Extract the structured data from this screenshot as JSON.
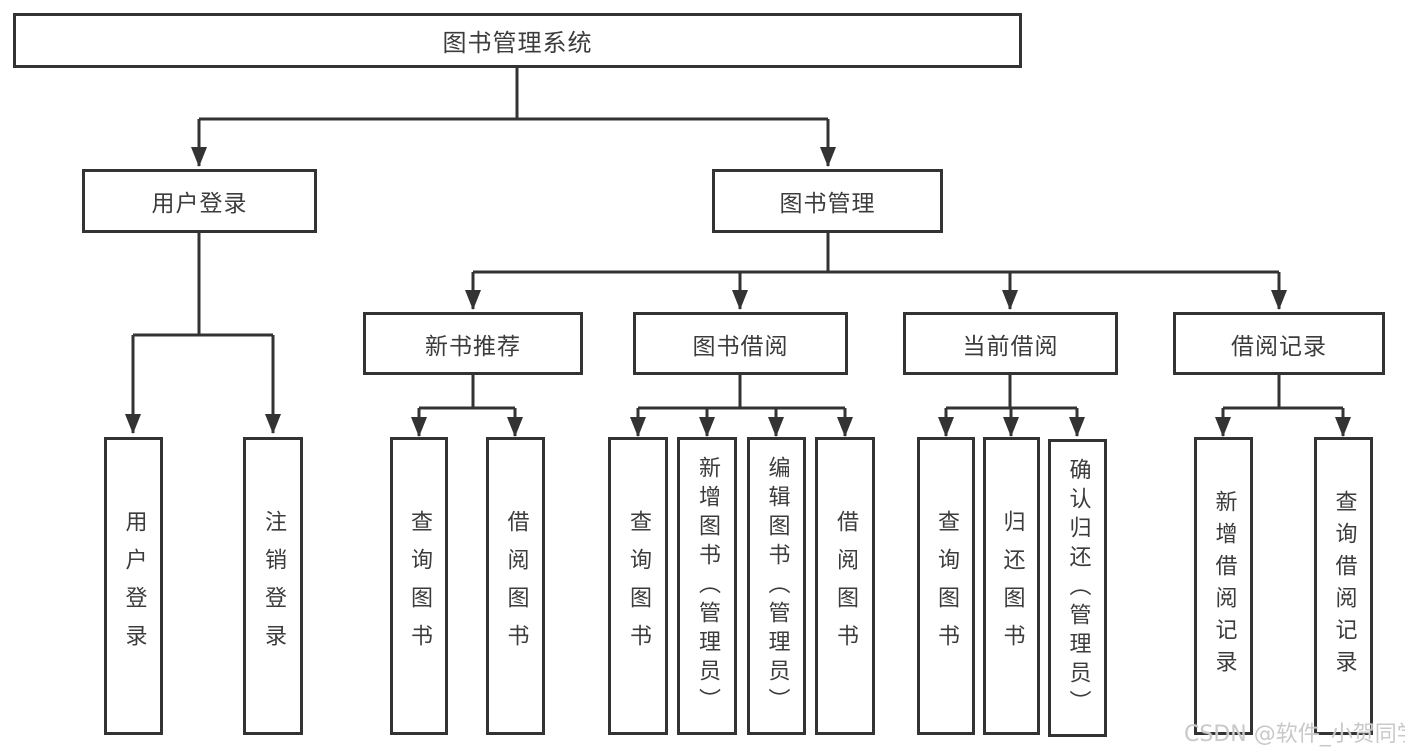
{
  "diagram": {
    "title": "图书管理系统",
    "branches": [
      {
        "label": "用户登录",
        "children": [
          {
            "label": "用户登录"
          },
          {
            "label": "注销登录"
          }
        ]
      },
      {
        "label": "图书管理",
        "children": [
          {
            "label": "新书推荐",
            "children": [
              {
                "label": "查询图书"
              },
              {
                "label": "借阅图书"
              }
            ]
          },
          {
            "label": "图书借阅",
            "children": [
              {
                "label": "查询图书"
              },
              {
                "label": "新增图书（管理员）"
              },
              {
                "label": "编辑图书（管理员）"
              },
              {
                "label": "借阅图书"
              }
            ]
          },
          {
            "label": "当前借阅",
            "children": [
              {
                "label": "查询图书"
              },
              {
                "label": "归还图书"
              },
              {
                "label": "确认归还（管理员）"
              }
            ]
          },
          {
            "label": "借阅记录",
            "children": [
              {
                "label": "新增借阅记录"
              },
              {
                "label": "查询借阅记录"
              }
            ]
          }
        ]
      }
    ]
  },
  "watermark": {
    "text": "CSDN @软件_小贺同学"
  },
  "colors": {
    "line": "#333333",
    "text": "#3c3c3c",
    "background": "#ffffff",
    "watermark": "#c9c9c9"
  }
}
